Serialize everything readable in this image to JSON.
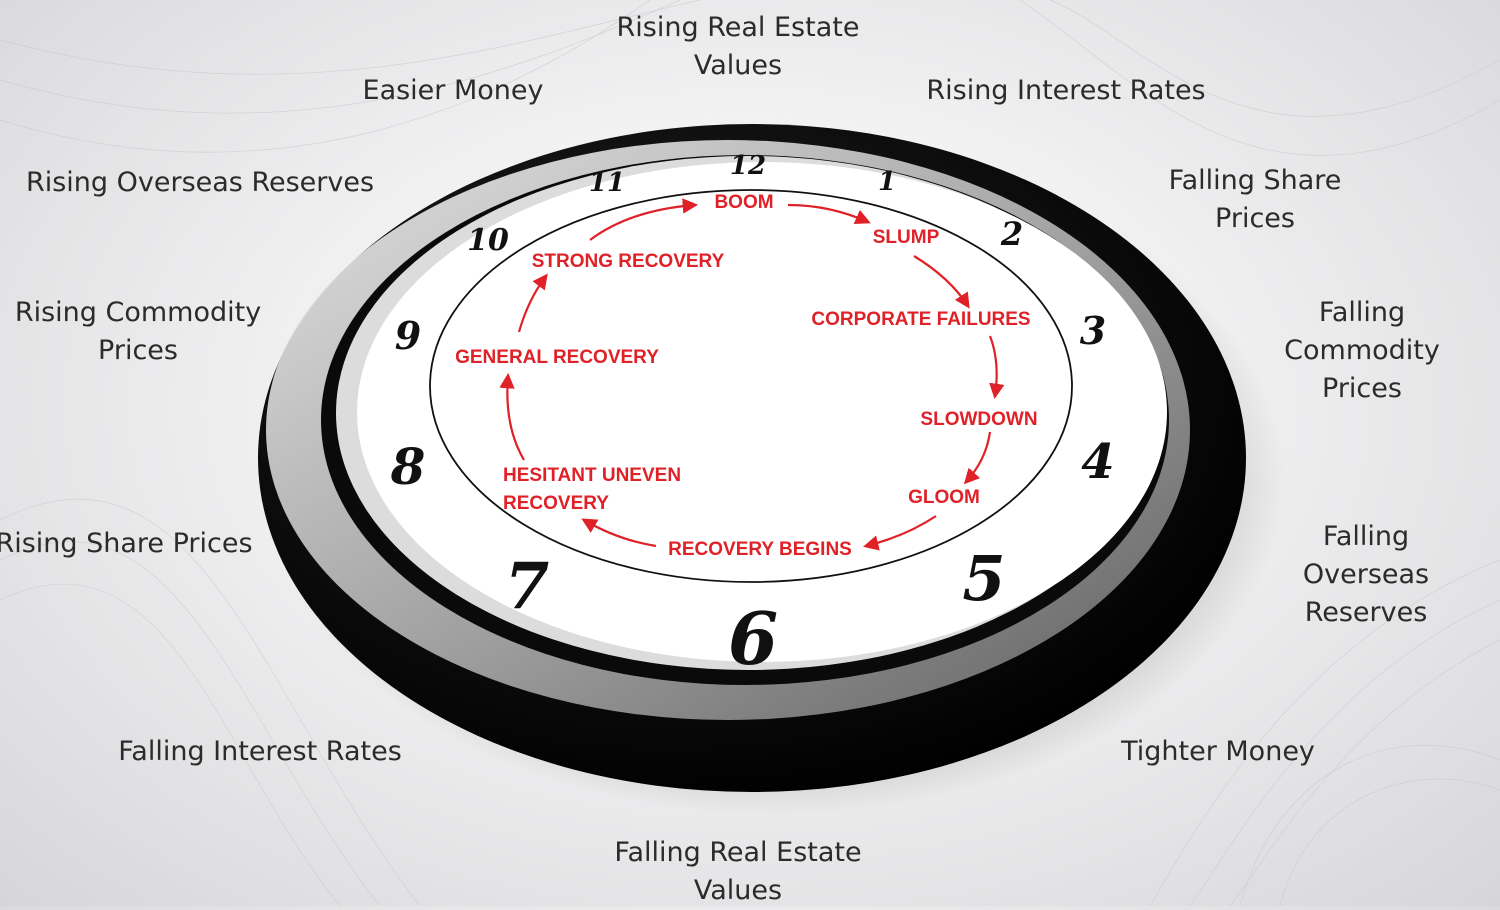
{
  "outer_labels": {
    "top": "Rising Real Estate\nValues",
    "easier_money": "Easier Money",
    "rising_interest": "Rising Interest Rates",
    "rising_overseas": "Rising Overseas Reserves",
    "falling_share": "Falling Share Prices",
    "rising_commodity": "Rising Commodity\nPrices",
    "falling_commodity": "Falling Commodity\nPrices",
    "rising_share": "Rising Share Prices",
    "falling_overseas": "Falling Overseas\nReserves",
    "falling_interest": "Falling Interest Rates",
    "tighter_money": "Tighter Money",
    "bottom": "Falling Real Estate\nValues"
  },
  "numerals": [
    "12",
    "1",
    "2",
    "3",
    "4",
    "5",
    "6",
    "7",
    "8",
    "9",
    "10",
    "11"
  ],
  "stages": {
    "boom": "BOOM",
    "slump": "SLUMP",
    "corporate_failures": "CORPORATE FAILURES",
    "slowdown": "SLOWDOWN",
    "gloom": "GLOOM",
    "recovery_begins": "RECOVERY BEGINS",
    "hesitant_1": "HESITANT UNEVEN",
    "hesitant_2": "RECOVERY",
    "general_recovery": "GENERAL RECOVERY",
    "strong_recovery": "STRONG RECOVERY"
  },
  "colors": {
    "stage_text": "#e02128",
    "arrow": "#e02128",
    "bezel": "#0c0c0c"
  }
}
